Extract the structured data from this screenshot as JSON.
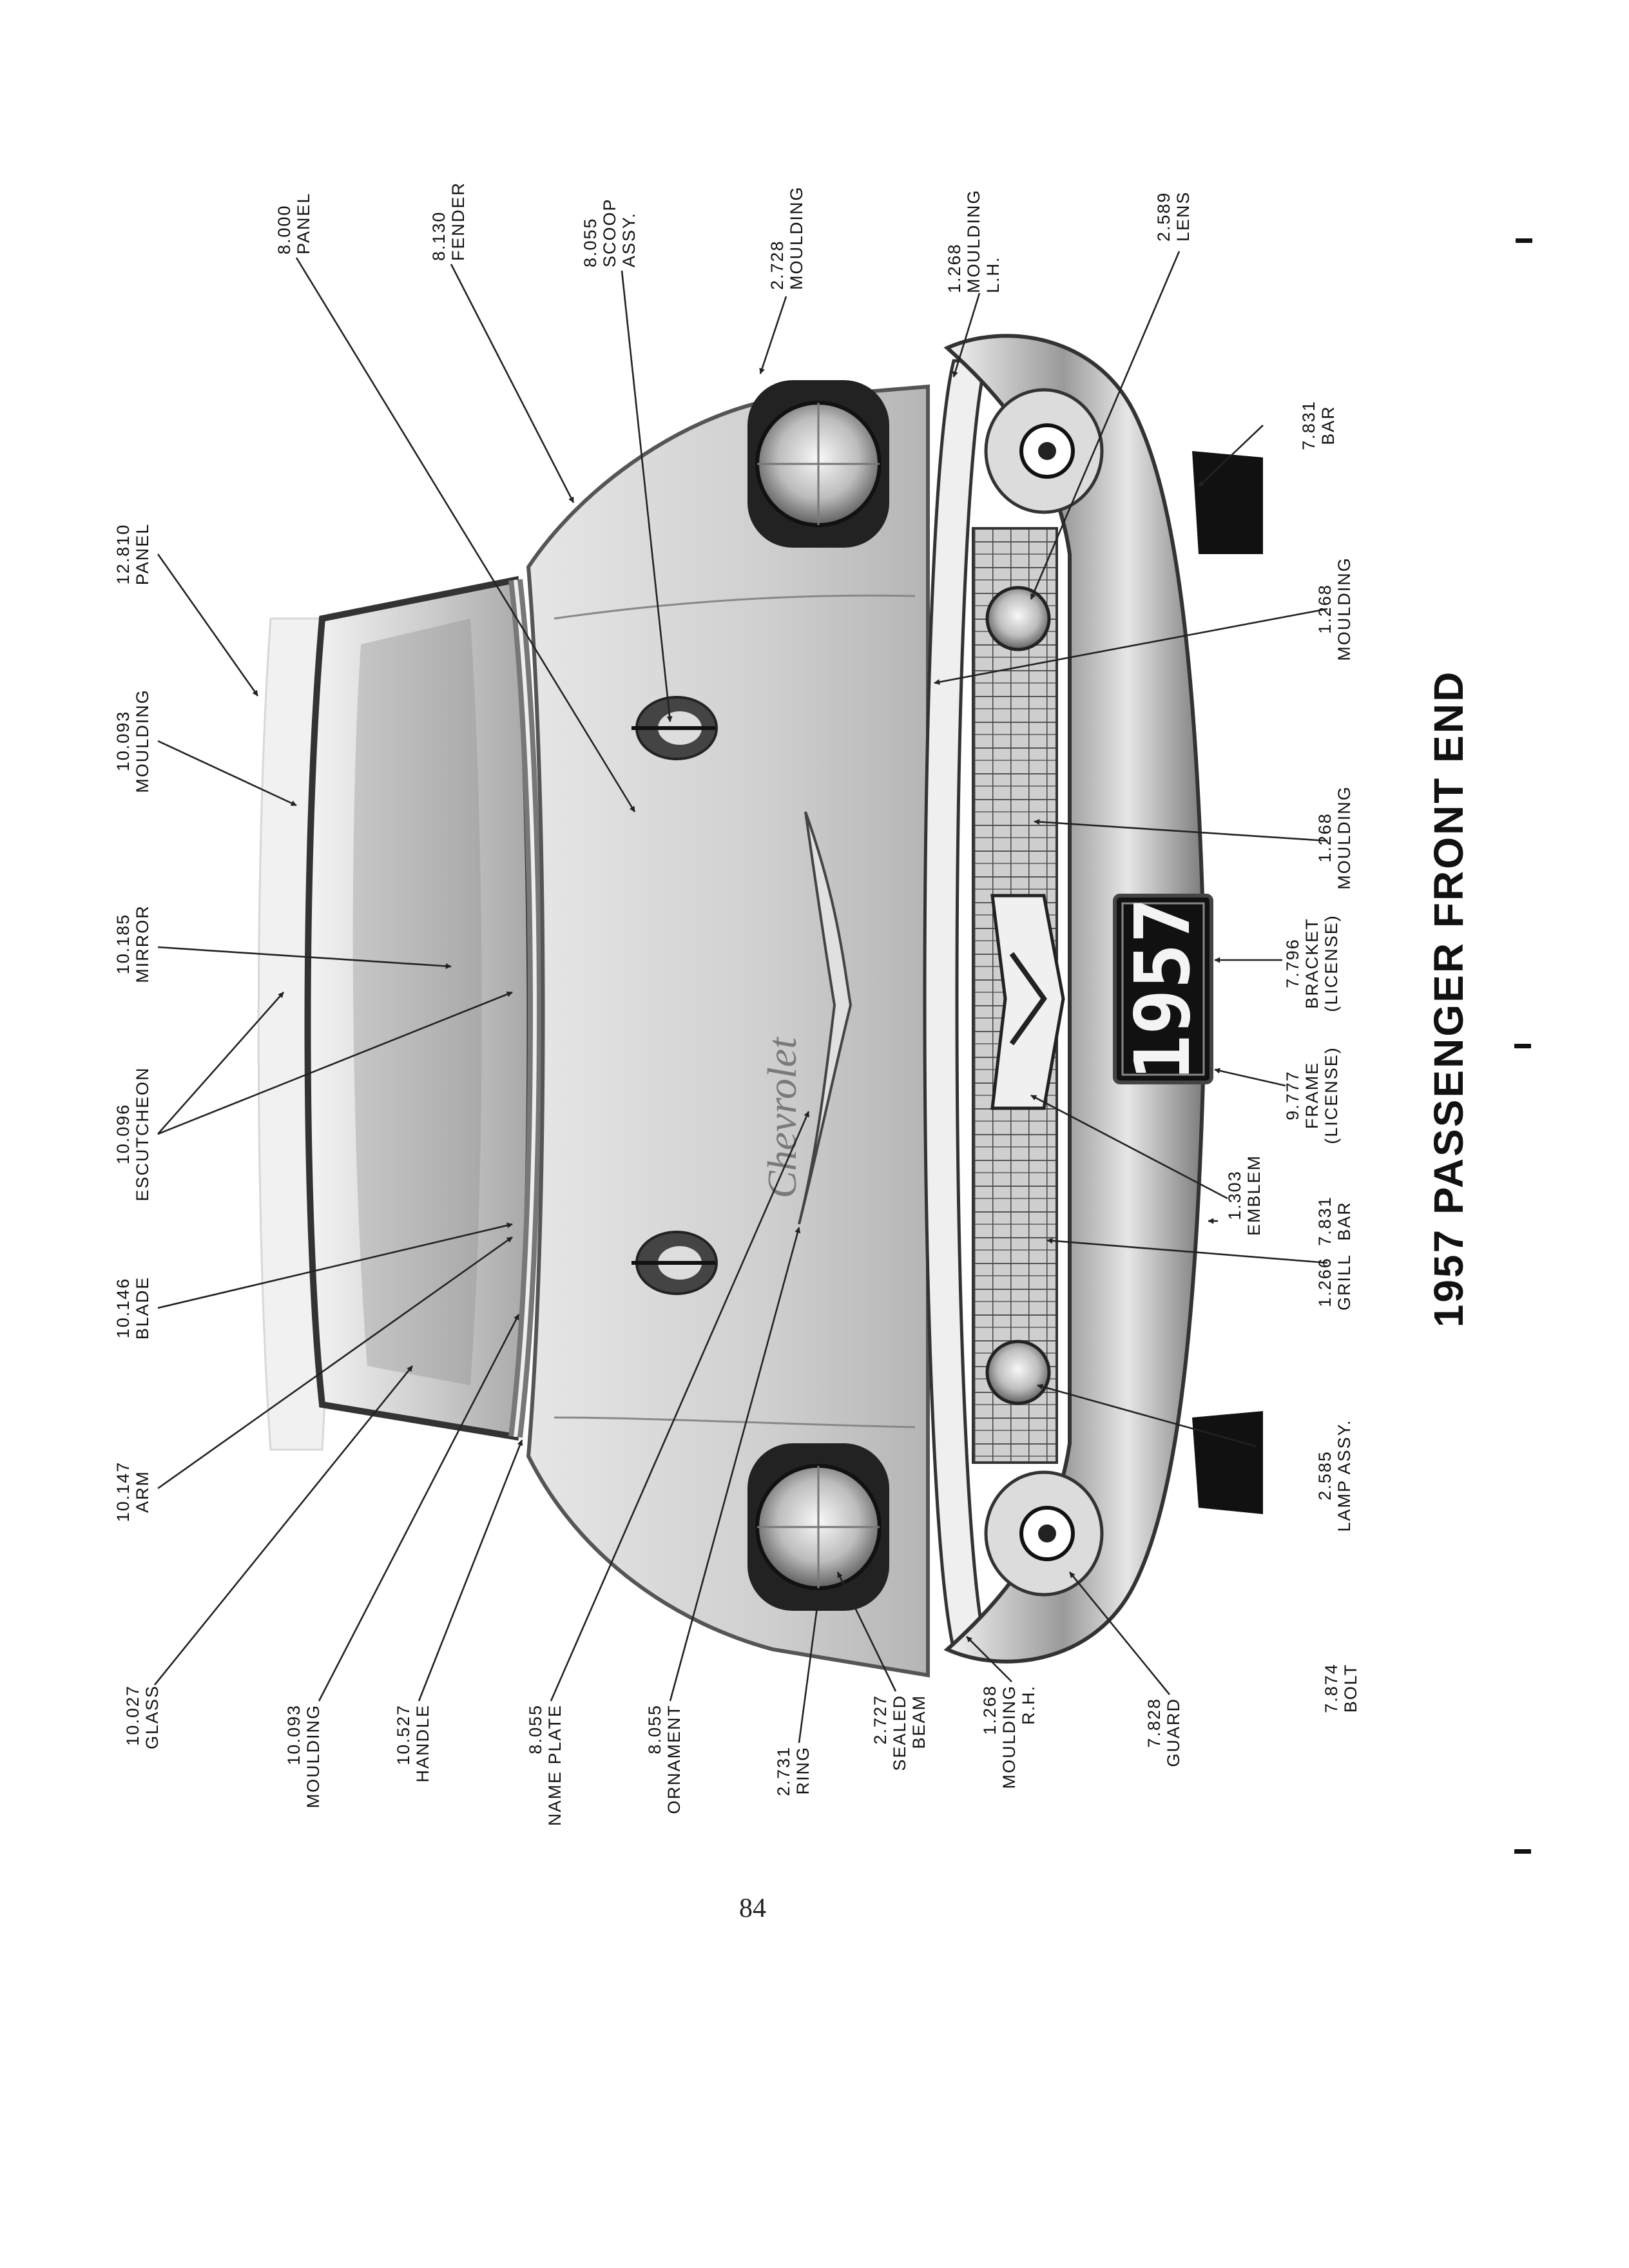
{
  "title": "1957 PASSENGER FRONT END",
  "page_number": "84",
  "plate": {
    "text": "1957"
  },
  "script_badge": "Chevrolet",
  "left_labels": [
    {
      "id": "10-027",
      "number": "10.027",
      "lines": [
        "GLASS"
      ]
    },
    {
      "id": "10-093-a",
      "number": "10.093",
      "lines": [
        "MOULDING"
      ]
    },
    {
      "id": "10-527",
      "number": "10.527",
      "lines": [
        "HANDLE"
      ]
    },
    {
      "id": "8-055-a",
      "number": "8.055",
      "lines": [
        "NAME PLATE"
      ]
    },
    {
      "id": "8-055-b",
      "number": "8.055",
      "lines": [
        "ORNAMENT"
      ]
    },
    {
      "id": "2-731",
      "number": "2.731",
      "lines": [
        "RING"
      ]
    },
    {
      "id": "2-727",
      "number": "2.727",
      "lines": [
        "SEALED",
        "BEAM"
      ]
    },
    {
      "id": "1-268-rh",
      "number": "1.268",
      "lines": [
        "MOULDING",
        "R.H."
      ]
    },
    {
      "id": "7-828",
      "number": "7.828",
      "lines": [
        "GUARD"
      ]
    }
  ],
  "top_labels": [
    {
      "id": "8-000",
      "number": "8.000",
      "lines": [
        "PANEL"
      ]
    },
    {
      "id": "8-130",
      "number": "8.130",
      "lines": [
        "FENDER"
      ]
    },
    {
      "id": "8-055-c",
      "number": "8.055",
      "lines": [
        "SCOOP",
        "ASSY."
      ]
    },
    {
      "id": "2-728",
      "number": "2.728",
      "lines": [
        "MOULDING"
      ]
    },
    {
      "id": "1-268-lh",
      "number": "1.268",
      "lines": [
        "MOULDING",
        "L.H."
      ]
    },
    {
      "id": "2-589",
      "number": "2.589",
      "lines": [
        "LENS"
      ]
    }
  ],
  "bottom_labels": [
    {
      "id": "10-146",
      "number": "10.146",
      "lines": [
        "BLADE"
      ]
    },
    {
      "id": "10-147",
      "number": "10.147",
      "lines": [
        "ARM"
      ]
    },
    {
      "id": "10-096",
      "number": "10.096",
      "lines": [
        "ESCUTCHEON"
      ]
    },
    {
      "id": "10-185",
      "number": "10.185",
      "lines": [
        "MIRROR"
      ]
    },
    {
      "id": "10-093-b",
      "number": "10.093",
      "lines": [
        "MOULDING"
      ]
    },
    {
      "id": "12-810",
      "number": "12.810",
      "lines": [
        "PANEL"
      ]
    }
  ],
  "right_labels": [
    {
      "id": "7-831-a",
      "number": "7.831",
      "lines": [
        "BAR"
      ]
    },
    {
      "id": "1-268-c",
      "number": "1.268",
      "lines": [
        "MOULDING"
      ]
    },
    {
      "id": "1-268-d",
      "number": "1.268",
      "lines": [
        "MOULDING"
      ]
    },
    {
      "id": "7-796",
      "number": "7.796",
      "lines": [
        "BRACKET",
        "(LICENSE)"
      ]
    },
    {
      "id": "9-777",
      "number": "9.777",
      "lines": [
        "FRAME",
        "(LICENSE)"
      ]
    },
    {
      "id": "1-303",
      "number": "1.303",
      "lines": [
        "EMBLEM"
      ]
    },
    {
      "id": "7-831-b",
      "number": "7.831",
      "lines": [
        "BAR"
      ]
    },
    {
      "id": "1-266",
      "number": "1.266",
      "lines": [
        "GRILL"
      ]
    },
    {
      "id": "2-585",
      "number": "2.585",
      "lines": [
        "LAMP ASSY."
      ]
    },
    {
      "id": "7-874",
      "number": "7.874",
      "lines": [
        "BOLT"
      ]
    }
  ]
}
